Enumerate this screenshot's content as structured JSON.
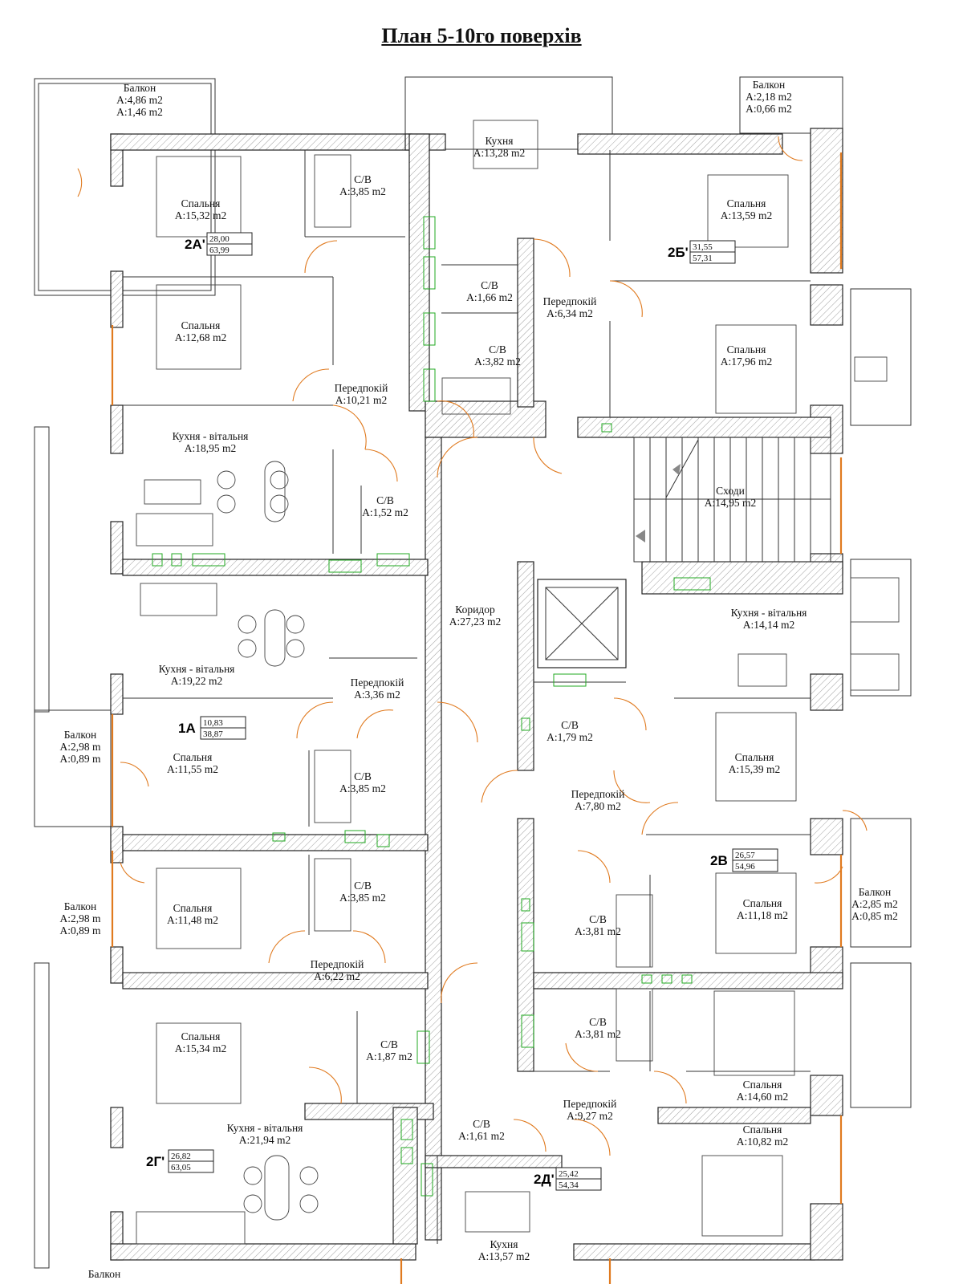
{
  "title": "План 5-10го поверхів",
  "rooms": [
    {
      "id": "balkon-2a-top",
      "name": "Балкон",
      "areas": [
        "A:4,86 m2",
        "A:1,46 m2"
      ]
    },
    {
      "id": "kukhnia-top",
      "name": "Кухня",
      "areas": [
        "A:13,28 m2"
      ]
    },
    {
      "id": "balkon-2b",
      "name": "Балкон",
      "areas": [
        "A:2,18 m2",
        "A:0,66 m2"
      ]
    },
    {
      "id": "spalnia-1532",
      "name": "Спальня",
      "areas": [
        "A:15,32 m2"
      ]
    },
    {
      "id": "sv-385-a",
      "name": "С/В",
      "areas": [
        "A:3,85 m2"
      ]
    },
    {
      "id": "spalnia-1359",
      "name": "Спальня",
      "areas": [
        "A:13,59 m2"
      ]
    },
    {
      "id": "sv-166",
      "name": "С/В",
      "areas": [
        "A:1,66 m2"
      ]
    },
    {
      "id": "peredpokii-634",
      "name": "Передпокій",
      "areas": [
        "A:6,34 m2"
      ]
    },
    {
      "id": "spalnia-1268",
      "name": "Спальня",
      "areas": [
        "A:12,68 m2"
      ]
    },
    {
      "id": "sv-382",
      "name": "С/В",
      "areas": [
        "A:3,82 m2"
      ]
    },
    {
      "id": "spalnia-1796",
      "name": "Спальня",
      "areas": [
        "A:17,96 m2"
      ]
    },
    {
      "id": "peredpokii-1021",
      "name": "Передпокій",
      "areas": [
        "A:10,21 m2"
      ]
    },
    {
      "id": "kv-1895",
      "name": "Кухня - вітальня",
      "areas": [
        "A:18,95 m2"
      ]
    },
    {
      "id": "skhody",
      "name": "Сходи",
      "areas": [
        "A:14,95 m2"
      ]
    },
    {
      "id": "sv-152",
      "name": "С/В",
      "areas": [
        "A:1,52 m2"
      ]
    },
    {
      "id": "korydor",
      "name": "Коридор",
      "areas": [
        "A:27,23 m2"
      ]
    },
    {
      "id": "kv-1414",
      "name": "Кухня - вітальня",
      "areas": [
        "A:14,14 m2"
      ]
    },
    {
      "id": "kv-1922",
      "name": "Кухня - вітальня",
      "areas": [
        "A:19,22 m2"
      ]
    },
    {
      "id": "peredpokii-336",
      "name": "Передпокій",
      "areas": [
        "A:3,36 m2"
      ]
    },
    {
      "id": "sv-179",
      "name": "С/В",
      "areas": [
        "A:1,79 m2"
      ]
    },
    {
      "id": "balkon-1a",
      "name": "Балкон",
      "areas": [
        "A:2,98 m",
        "A:0,89 m"
      ]
    },
    {
      "id": "spalnia-1155",
      "name": "Спальня",
      "areas": [
        "A:11,55 m2"
      ]
    },
    {
      "id": "sv-385-b",
      "name": "С/В",
      "areas": [
        "A:3,85 m2"
      ]
    },
    {
      "id": "spalnia-1539",
      "name": "Спальня",
      "areas": [
        "A:15,39 m2"
      ]
    },
    {
      "id": "peredpokii-780",
      "name": "Передпокій",
      "areas": [
        "A:7,80 m2"
      ]
    },
    {
      "id": "balkon-2v",
      "name": "Балкон",
      "areas": [
        "A:2,85 m2",
        "A:0,85 m2"
      ]
    },
    {
      "id": "spalnia-1148",
      "name": "Спальня",
      "areas": [
        "A:11,48 m2"
      ]
    },
    {
      "id": "sv-385-c",
      "name": "С/В",
      "areas": [
        "A:3,85 m2"
      ]
    },
    {
      "id": "balkon-2g",
      "name": "Балкон",
      "areas": [
        "A:2,98 m",
        "A:0,89 m"
      ]
    },
    {
      "id": "sv-381-a",
      "name": "С/В",
      "areas": [
        "A:3,81 m2"
      ]
    },
    {
      "id": "spalnia-1118",
      "name": "Спальня",
      "areas": [
        "A:11,18 m2"
      ]
    },
    {
      "id": "peredpokii-622",
      "name": "Передпокій",
      "areas": [
        "A:6,22 m2"
      ]
    },
    {
      "id": "spalnia-1534",
      "name": "Спальня",
      "areas": [
        "A:15,34 m2"
      ]
    },
    {
      "id": "sv-187",
      "name": "С/В",
      "areas": [
        "A:1,87 m2"
      ]
    },
    {
      "id": "sv-381-b",
      "name": "С/В",
      "areas": [
        "A:3,81 m2"
      ]
    },
    {
      "id": "spalnia-1460",
      "name": "Спальня",
      "areas": [
        "A:14,60 m2"
      ]
    },
    {
      "id": "peredpokii-927",
      "name": "Передпокій",
      "areas": [
        "A:9,27 m2"
      ]
    },
    {
      "id": "kv-2194",
      "name": "Кухня - вітальня",
      "areas": [
        "A:21,94 m2"
      ]
    },
    {
      "id": "sv-161",
      "name": "С/В",
      "areas": [
        "A:1,61 m2"
      ]
    },
    {
      "id": "spalnia-1082",
      "name": "Спальня",
      "areas": [
        "A:10,82 m2"
      ]
    },
    {
      "id": "kukhnia-bottom",
      "name": "Кухня",
      "areas": [
        "A:13,57 m2"
      ]
    },
    {
      "id": "balkon-bottom",
      "name": "Балкон",
      "areas": []
    }
  ],
  "apartments": [
    {
      "id": "2a",
      "code": "2А'",
      "area_a": "28,00",
      "area_b": "63,99"
    },
    {
      "id": "2b",
      "code": "2Б'",
      "area_a": "31,55",
      "area_b": "57,31"
    },
    {
      "id": "1a",
      "code": "1А",
      "area_a": "10,83",
      "area_b": "38,87"
    },
    {
      "id": "2v",
      "code": "2В",
      "area_a": "26,57",
      "area_b": "54,96"
    },
    {
      "id": "2g",
      "code": "2Г'",
      "area_a": "26,82",
      "area_b": "63,05"
    },
    {
      "id": "2d",
      "code": "2Д'",
      "area_a": "25,42",
      "area_b": "54,34"
    }
  ],
  "colors": {
    "wall_stroke": "#222222",
    "door_arc": "#e07a1f",
    "window": "#e07a1f",
    "vent": "#22aa22"
  }
}
